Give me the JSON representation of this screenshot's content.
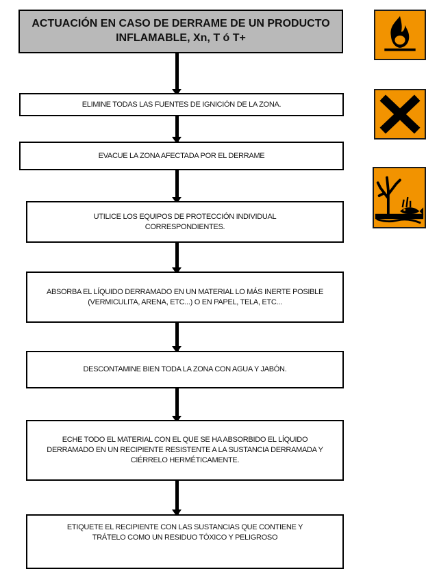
{
  "flowchart": {
    "title": "ACTUACIÓN EN CASO DE DERRAME DE UN PRODUCTO INFLAMABLE, Xn, T ó T+",
    "steps": [
      "ELIMINE TODAS LAS FUENTES DE IGNICIÓN DE LA ZONA.",
      "EVACUE LA ZONA AFECTADA POR EL DERRAME",
      "UTILICE LOS EQUIPOS DE PROTECCIÓN INDIVIDUAL CORRESPONDIENTES.",
      "ABSORBA EL LÍQUIDO DERRAMADO EN UN MATERIAL LO MÁS INERTE POSIBLE (VERMICULITA, ARENA, ETC...) O EN PAPEL, TELA, ETC...",
      "DESCONTAMINE BIEN TODA LA ZONA CON AGUA Y JABÓN.",
      "ECHE TODO EL MATERIAL CON EL QUE SE HA ABSORBIDO EL LÍQUIDO DERRAMADO EN UN RECIPIENTE RESISTENTE A LA SUSTANCIA DERRAMADA Y CIÉRRELO HERMÉTICAMENTE.",
      "ETIQUETE EL RECIPIENTE CON LAS SUSTANCIAS QUE CONTIENE Y TRÁTELO COMO UN RESIDUO TÓXICO Y PELIGROSO"
    ]
  },
  "hazard_symbols": [
    {
      "icon": "flame-hazard-icon",
      "color": "#f29300"
    },
    {
      "icon": "harmful-x-hazard-icon",
      "color": "#f29300"
    },
    {
      "icon": "environment-hazard-icon",
      "color": "#f29300"
    }
  ],
  "colors": {
    "title_background": "#b9b9b9",
    "symbol_background": "#f29300",
    "border": "#000000"
  }
}
